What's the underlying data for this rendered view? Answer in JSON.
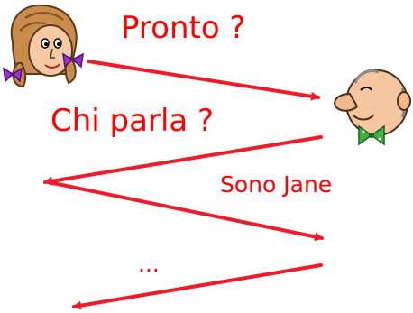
{
  "dialogue": {
    "line1": "Pronto ?",
    "line2": "Chi parla ?",
    "line3": "Sono Jane",
    "line4": "..."
  },
  "colors": {
    "text": "#ff0000",
    "arrow": "#ee1c2b"
  },
  "icons": {
    "speaker_a": "woman-face-icon",
    "speaker_b": "man-face-icon"
  }
}
